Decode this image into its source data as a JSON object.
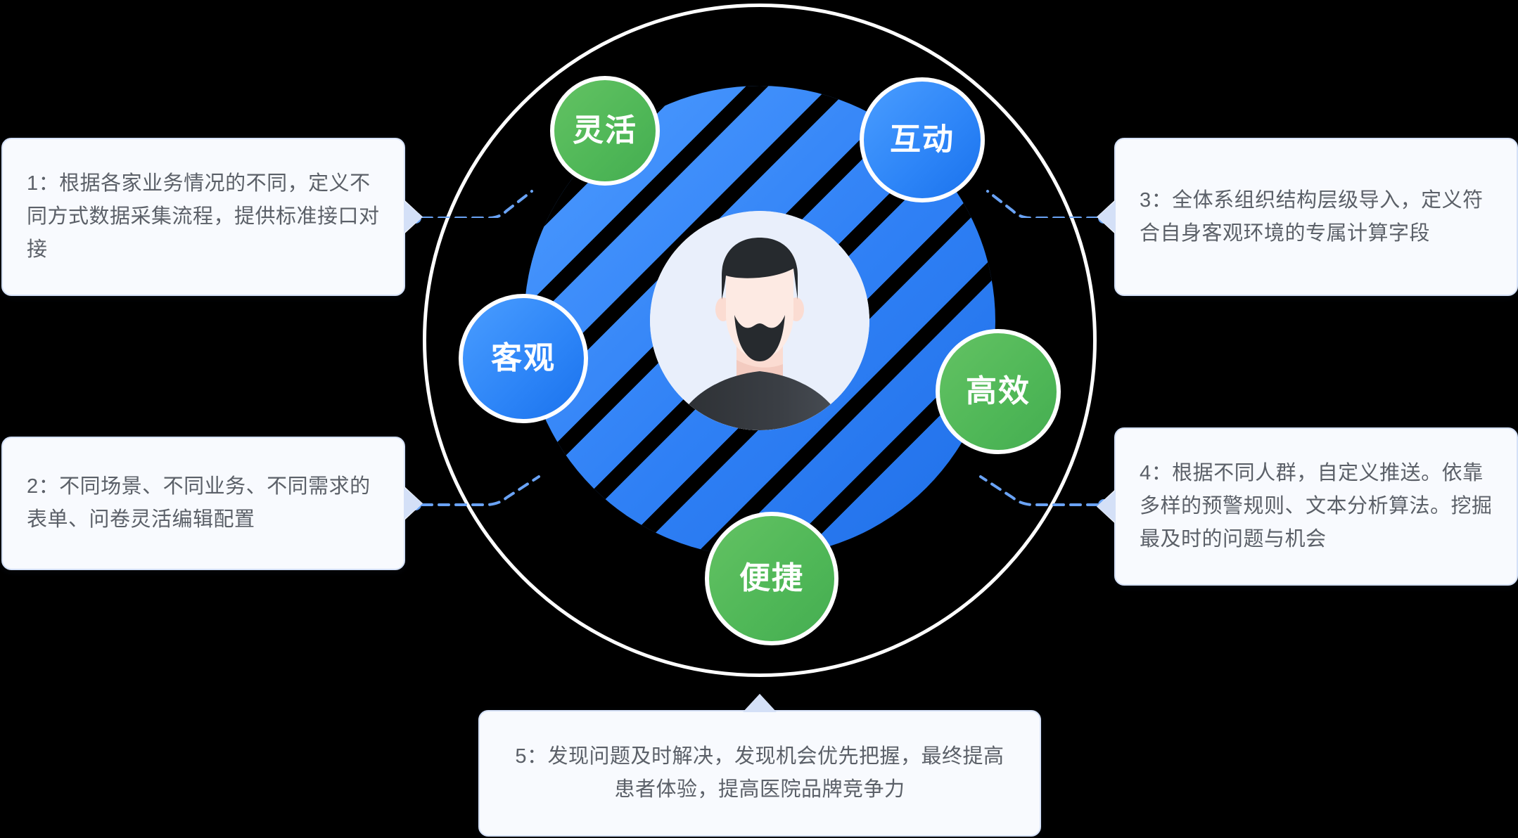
{
  "theme": {
    "background": "#000000",
    "card_fill": "#f8fafe",
    "card_border": "#d4e0f7",
    "card_text": "#5b6068",
    "connector": "#6aa3f5",
    "ring": "#ffffff",
    "blue": "#2f80f5",
    "green": "#4fb757"
  },
  "center": {
    "avatar_name": "bearded-man-avatar",
    "avatar_alt": "男性头像插画"
  },
  "bubbles": [
    {
      "id": "linghuo",
      "label": "灵活",
      "color": "green"
    },
    {
      "id": "hudong",
      "label": "互动",
      "color": "blue"
    },
    {
      "id": "keguan",
      "label": "客观",
      "color": "blue"
    },
    {
      "id": "gaoxiao",
      "label": "高效",
      "color": "green"
    },
    {
      "id": "bianjie",
      "label": "便捷",
      "color": "green"
    }
  ],
  "cards": [
    {
      "number": "1",
      "text": "1：根据各家业务情况的不同，定义不同方式数据采集流程，提供标准接口对接",
      "side": "left"
    },
    {
      "number": "2",
      "text": "2：不同场景、不同业务、不同需求的表单、问卷灵活编辑配置",
      "side": "left"
    },
    {
      "number": "3",
      "text": "3：全体系组织结构层级导入，定义符合自身客观环境的专属计算字段",
      "side": "right"
    },
    {
      "number": "4",
      "text": "4：根据不同人群，自定义推送。依靠多样的预警规则、文本分析算法。挖掘最及时的问题与机会",
      "side": "right"
    },
    {
      "number": "5",
      "text": "5：发现问题及时解决，发现机会优先把握，最终提高患者体验，提高医院品牌竞争力",
      "side": "bottom"
    }
  ]
}
